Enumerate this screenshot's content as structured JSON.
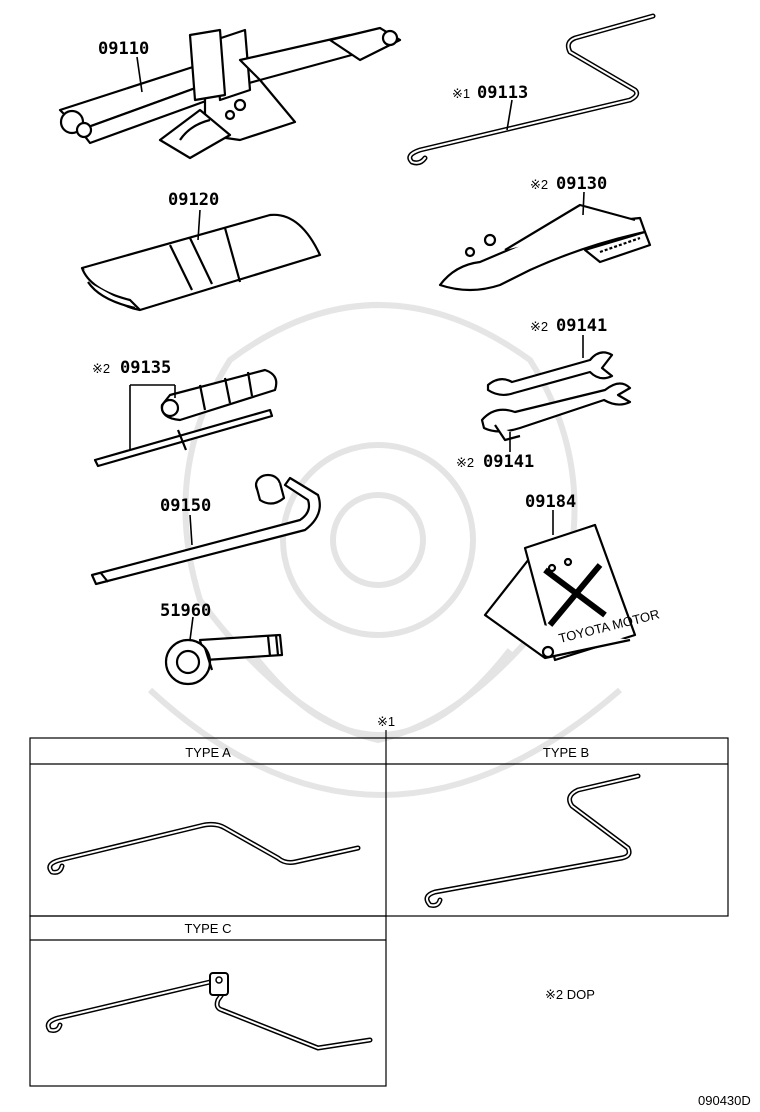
{
  "parts": {
    "jack": "09110",
    "handle": "09113",
    "tool_bag": "09120",
    "pliers": "09130",
    "screwdriver": "09135",
    "wrench_upper": "09141",
    "wrench_lower": "09141",
    "lug_wrench": "09150",
    "triangle": "09184",
    "towing_eye": "51960"
  },
  "marks": {
    "handle": "※1",
    "pliers": "※2",
    "screwdriver": "※2",
    "wrench_upper": "※2",
    "wrench_lower": "※2",
    "types_header": "※1"
  },
  "type_table": {
    "type_a": "TYPE A",
    "type_b": "TYPE B",
    "type_c": "TYPE C"
  },
  "footnote": "※2 DOP",
  "diagram_code": "090430D",
  "triangle_plate_text": "TOYOTA MOTOR"
}
